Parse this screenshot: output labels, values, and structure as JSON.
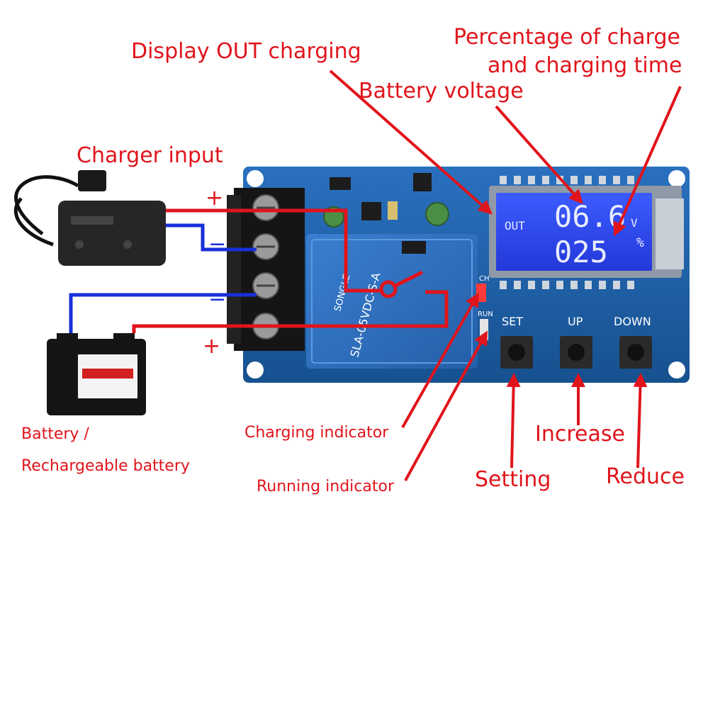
{
  "labels": {
    "display_out": "Display OUT charging",
    "percentage_line1": "Percentage of charge",
    "percentage_line2": "and charging time",
    "battery_voltage": "Battery voltage",
    "charger_input": "Charger input",
    "battery_line1": "Battery /",
    "battery_line2": "Rechargeable battery",
    "charging_indicator": "Charging indicator",
    "running_indicator": "Running indicator",
    "setting": "Setting",
    "increase": "Increase",
    "reduce": "Reduce"
  },
  "lcd": {
    "out": "OUT",
    "voltage": "06.6",
    "voltage_unit": "V",
    "percent": "025",
    "percent_unit": "%"
  },
  "board": {
    "relay_brand": "SONGLE",
    "relay_model": "SLA-05VDC-S-A",
    "button_set": "SET",
    "button_up": "UP",
    "button_down": "DOWN",
    "led_charge": "CH",
    "led_run": "RUN"
  },
  "terminals": {
    "plus_top": "+",
    "minus_1": "−",
    "minus_2": "−",
    "plus_bottom": "+"
  },
  "colors": {
    "annotation": "#e0141b",
    "board": "#1c5fa8",
    "lcd": "#2a4cff",
    "positive_wire": "#e0141b",
    "negative_wire": "#1830d8"
  }
}
